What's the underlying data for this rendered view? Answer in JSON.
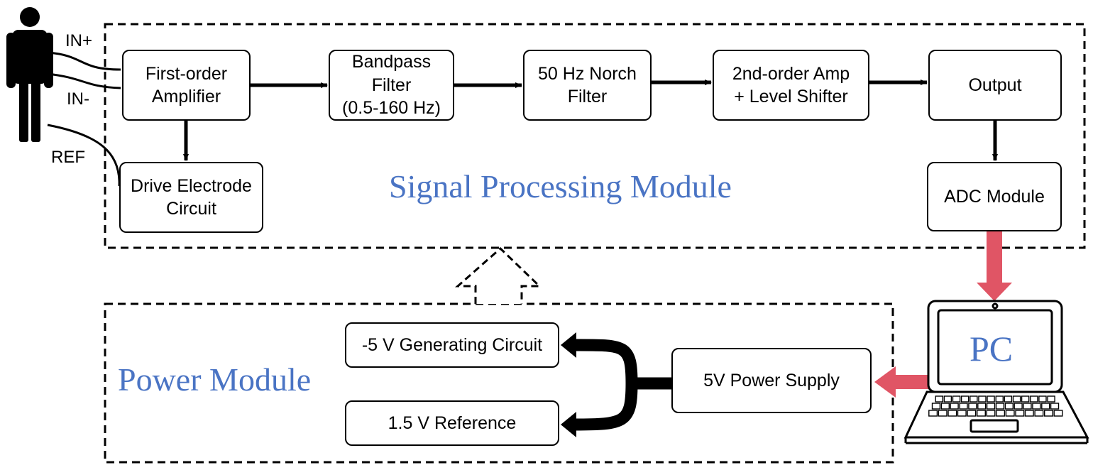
{
  "colors": {
    "accent_blue": "#4a74c4",
    "arrow_red": "#e05565",
    "line": "#000000"
  },
  "labels": {
    "in_plus": "IN+",
    "in_minus": "IN-",
    "ref": "REF"
  },
  "modules": {
    "signal": "Signal Processing Module",
    "power": "Power Module",
    "pc": "PC"
  },
  "blocks": {
    "amp1": [
      "First-order",
      "Amplifier"
    ],
    "bpf": [
      "Bandpass Filter",
      "(0.5-160 Hz)"
    ],
    "notch": [
      "50 Hz Norch",
      "Filter"
    ],
    "amp2": [
      "2nd-order Amp",
      "+ Level Shifter"
    ],
    "output": [
      "Output"
    ],
    "drive": [
      "Drive Electrode",
      "Circuit"
    ],
    "adc": [
      "ADC Module"
    ],
    "neg5v": [
      "-5 V Generating Circuit"
    ],
    "ref15": [
      "1.5 V Reference"
    ],
    "ps5v": [
      "5V Power Supply"
    ]
  },
  "icons": {
    "person": "person-icon",
    "laptop": "laptop-icon"
  }
}
